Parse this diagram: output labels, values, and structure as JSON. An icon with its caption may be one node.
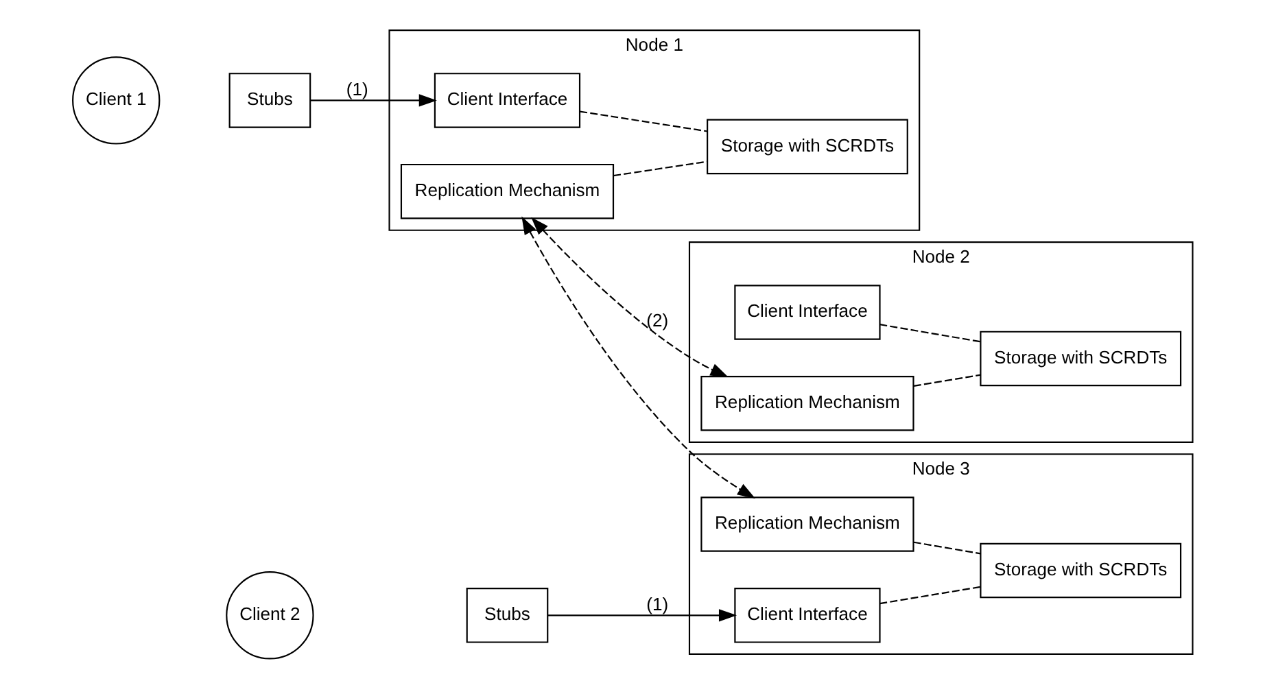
{
  "diagram": {
    "nodes": [
      {
        "text": [
          "Client 1"
        ]
      },
      {
        "text": [
          "Stubs"
        ]
      },
      {
        "text": [
          "Node 1"
        ]
      },
      {
        "text": [
          "Client Interface"
        ],
        "in": 2
      },
      {
        "text": [
          "Replication Mechanism"
        ],
        "in": 2
      },
      {
        "text": [
          "Storage with SCRDTs"
        ],
        "in": 2
      },
      {
        "text": [
          "Node 2"
        ]
      },
      {
        "text": [
          "Client Interface"
        ],
        "in": 6
      },
      {
        "text": [
          "Replication Mechanism"
        ],
        "in": 6
      },
      {
        "text": [
          "Storage with SCRDTs"
        ],
        "in": 6
      },
      {
        "text": [
          "Client 2"
        ]
      },
      {
        "text": [
          "Stubs"
        ]
      },
      {
        "text": [
          "Node 3"
        ]
      },
      {
        "text": [
          "Client Interface"
        ],
        "in": 12
      },
      {
        "text": [
          "Replication Mechanism"
        ],
        "in": 12
      },
      {
        "text": [
          "Storage with SCRDTs"
        ],
        "in": 12
      }
    ],
    "edges": [
      {
        "from": 1,
        "to": 3,
        "arrow": "to",
        "label": "(1)"
      },
      {
        "from": 3,
        "to": 5,
        "arrow": "none",
        "style": "dashed"
      },
      {
        "from": 4,
        "to": 5,
        "arrow": "none",
        "style": "dashed"
      },
      {
        "from": 4,
        "to": 8,
        "arrow": "both",
        "style": "dashed",
        "label": "(2)"
      },
      {
        "from": 4,
        "to": 14,
        "arrow": "both",
        "style": "dashed"
      },
      {
        "from": 7,
        "to": 9,
        "arrow": "none",
        "style": "dashed"
      },
      {
        "from": 8,
        "to": 9,
        "arrow": "none",
        "style": "dashed"
      },
      {
        "from": 11,
        "to": 13,
        "arrow": "to",
        "label": "(1)"
      },
      {
        "from": 13,
        "to": 15,
        "arrow": "none",
        "style": "dashed"
      },
      {
        "from": 14,
        "to": 15,
        "arrow": "none",
        "style": "dashed"
      }
    ]
  }
}
